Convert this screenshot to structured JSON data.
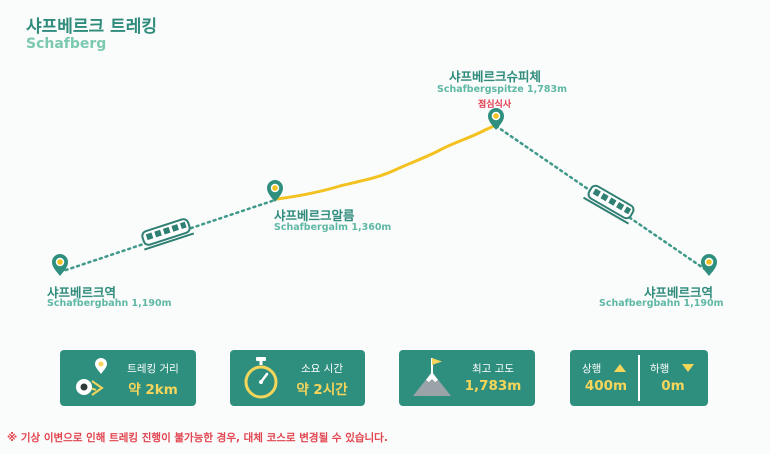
{
  "title": {
    "korean": "샤프베르크 트레킹",
    "english": "Schafberg"
  },
  "points": {
    "start": {
      "name": "샤프베르크역",
      "sub": "Schafbergbahn 1,190m"
    },
    "alm": {
      "name": "샤프베르크알름",
      "sub": "Schafbergalm 1,360m"
    },
    "summit": {
      "name": "샤프베르크슈피체",
      "sub": "Schafbergspitze 1,783m",
      "note": "점심식사"
    },
    "end": {
      "name": "샤프베르크역",
      "sub": "Schafbergbahn 1,190m"
    }
  },
  "stats": {
    "distance": {
      "label": "트레킹 거리",
      "value": "약 2km",
      "icon": "map-pin-route-icon"
    },
    "duration": {
      "label": "소요 시간",
      "value": "약 2시간",
      "icon": "stopwatch-icon"
    },
    "altitude": {
      "label": "최고 고도",
      "value": "1,783m",
      "icon": "mountain-flag-icon"
    },
    "ascent": {
      "label": "상행",
      "value": "400m",
      "icon": "up-triangle-icon"
    },
    "descent": {
      "label": "하행",
      "value": "0m",
      "icon": "down-triangle-icon"
    }
  },
  "notice": "※ 기상 이변으로 인해 트레킹 진행이 불가능한 경우, 대체 코스로 변경될 수 있습니다.",
  "colors": {
    "primary": "#2f8f7f",
    "accent": "#f5d55a",
    "trail": "#f3c220",
    "rail": "#3f9a8a",
    "warning": "#e2454f"
  }
}
